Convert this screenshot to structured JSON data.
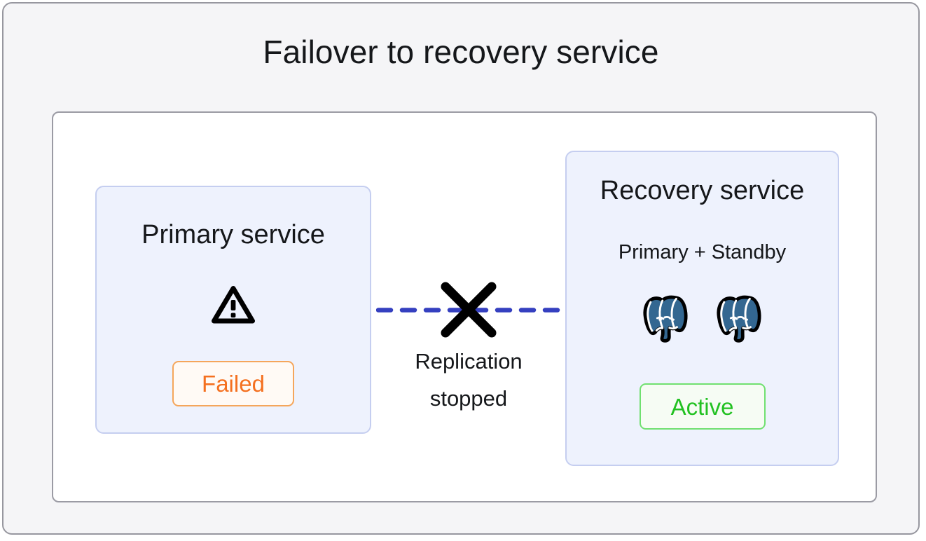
{
  "diagram": {
    "title": "Failover to recovery service",
    "colors": {
      "page_background": "#f5f5f7",
      "panel_background": "#ffffff",
      "card_background": "#eef2fd",
      "card_border": "#c5cef0",
      "link_line": "#3540c0",
      "failed_text": "#f4701f",
      "failed_border": "#f5a65b",
      "active_text": "#22c122",
      "active_border": "#70e070",
      "postgres_logo": "#336791",
      "text": "#15171a"
    }
  },
  "primary_service": {
    "title": "Primary service",
    "icon": "warning-triangle-icon",
    "status": "Failed"
  },
  "recovery_service": {
    "title": "Recovery service",
    "subtitle": "Primary + Standby",
    "nodes": [
      {
        "icon": "postgresql-elephant-icon"
      },
      {
        "icon": "postgresql-elephant-icon"
      }
    ],
    "status": "Active"
  },
  "replication_link": {
    "state_icon": "cross-icon",
    "label_line_1": "Replication",
    "label_line_2": "stopped",
    "line_style": "dashed"
  }
}
